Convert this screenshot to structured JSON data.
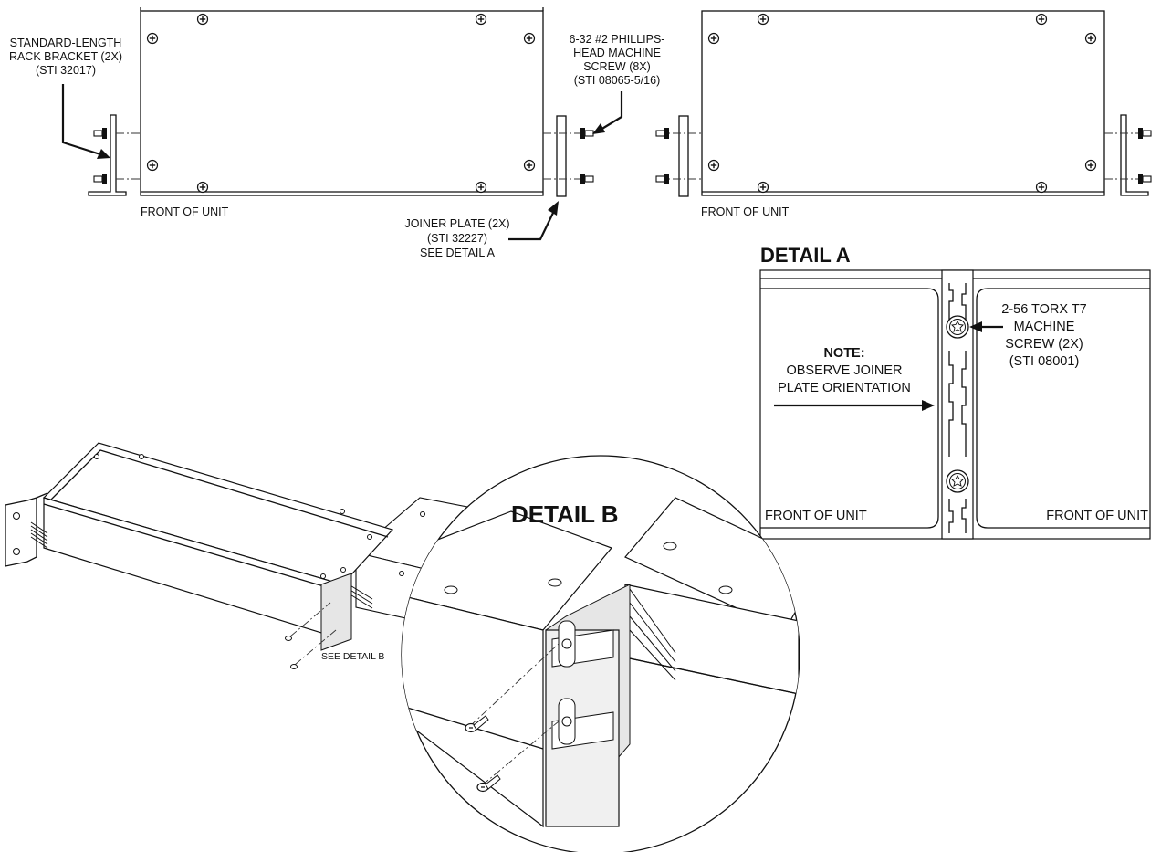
{
  "top_view": {
    "rack_bracket_label": [
      "STANDARD-LENGTH",
      "RACK BRACKET (2X)",
      "(STI 32017)"
    ],
    "screw_label": [
      "6-32 #2 PHILLIPS-",
      "HEAD MACHINE",
      "SCREW (8X)",
      "(STI 08065-5/16)"
    ],
    "joiner_plate_label": [
      "JOINER PLATE (2X)",
      "(STI 32227)",
      "SEE DETAIL A"
    ],
    "front_left": "FRONT OF UNIT",
    "front_right": "FRONT OF UNIT"
  },
  "detail_a": {
    "title": "DETAIL A",
    "screw_label": [
      "2-56 TORX T7",
      "MACHINE",
      "SCREW (2X)",
      "(STI 08001)"
    ],
    "note_title": "NOTE:",
    "note_lines": [
      "OBSERVE JOINER",
      "PLATE ORIENTATION"
    ],
    "front_left": "FRONT OF UNIT",
    "front_right": "FRONT OF UNIT"
  },
  "iso_view": {
    "see_detail_b": "SEE DETAIL B"
  },
  "detail_b": {
    "title": "DETAIL B"
  }
}
